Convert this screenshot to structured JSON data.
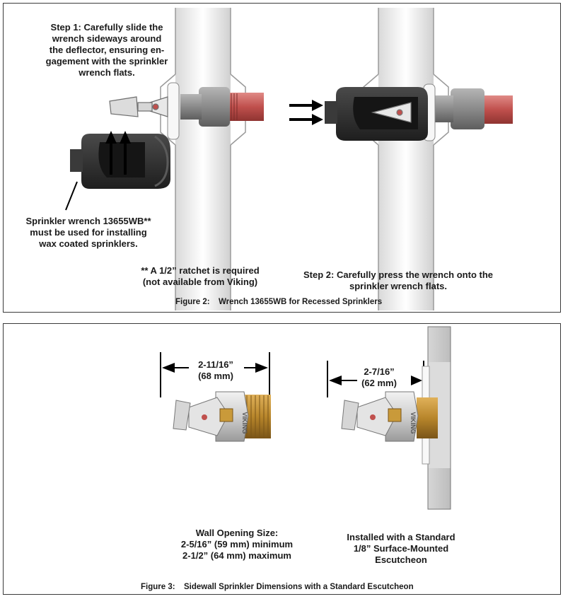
{
  "figure2": {
    "step1": "Step 1: Carefully slide the\nwrench sideways around\nthe deflector, ensuring en-\ngagement with the sprinkler\nwrench flats.",
    "wrench_note": "Sprinkler wrench 13655WB**\nmust be used for installing\nwax coated sprinklers.",
    "ratchet_note": "** A 1/2” ratchet is required\n(not available from Viking)",
    "step2": "Step 2: Carefully press the wrench onto the\nsprinkler wrench flats.",
    "caption_label": "Figure 2:",
    "caption_text": "Wrench 13655WB for Recessed Sprinklers"
  },
  "figure3": {
    "dim_left": "2-11/16”\n(68 mm)",
    "dim_right": "2-7/16”\n(62 mm)",
    "brand_mark": "VIKING",
    "wall_opening": "Wall Opening Size:\n2-5/16” (59 mm) minimum\n2-1/2” (64 mm) maximum",
    "installed_note": "Installed with a Standard\n1/8” Surface-Mounted\nEscutcheon",
    "caption_label": "Figure 3:",
    "caption_text": "Sidewall Sprinkler Dimensions with a Standard Escutcheon"
  },
  "colors": {
    "pipe_red": "#c0504d",
    "wrench_black": "#2b2b2b",
    "wall_white": "#f2f2f2",
    "brass": "#b8862b"
  }
}
